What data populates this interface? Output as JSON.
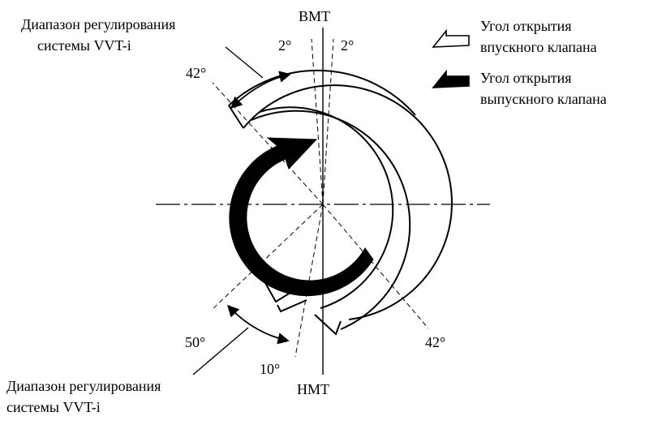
{
  "diagram": {
    "tdc_label": "ВМТ",
    "bdc_label": "НМТ",
    "vvt_range_label_top": [
      "Диапазон регулирования",
      "системы VVT-i"
    ],
    "vvt_range_label_bottom": [
      "Диапазон регулирования",
      "системы VVT-i"
    ],
    "angles": {
      "tdc_left": "2°",
      "tdc_right": "2°",
      "top_left": "42°",
      "bottom_left": "50°",
      "bottom_small": "10°",
      "bottom_right": "42°"
    }
  },
  "legend": {
    "intake": [
      "Угол открытия",
      "впускного клапана"
    ],
    "exhaust": [
      "Угол открытия",
      "выпускного клапана"
    ],
    "intake_icon": "open-arrow-outline",
    "exhaust_icon": "filled-arrow"
  },
  "colors": {
    "line": "#000000",
    "background": "#ffffff"
  }
}
